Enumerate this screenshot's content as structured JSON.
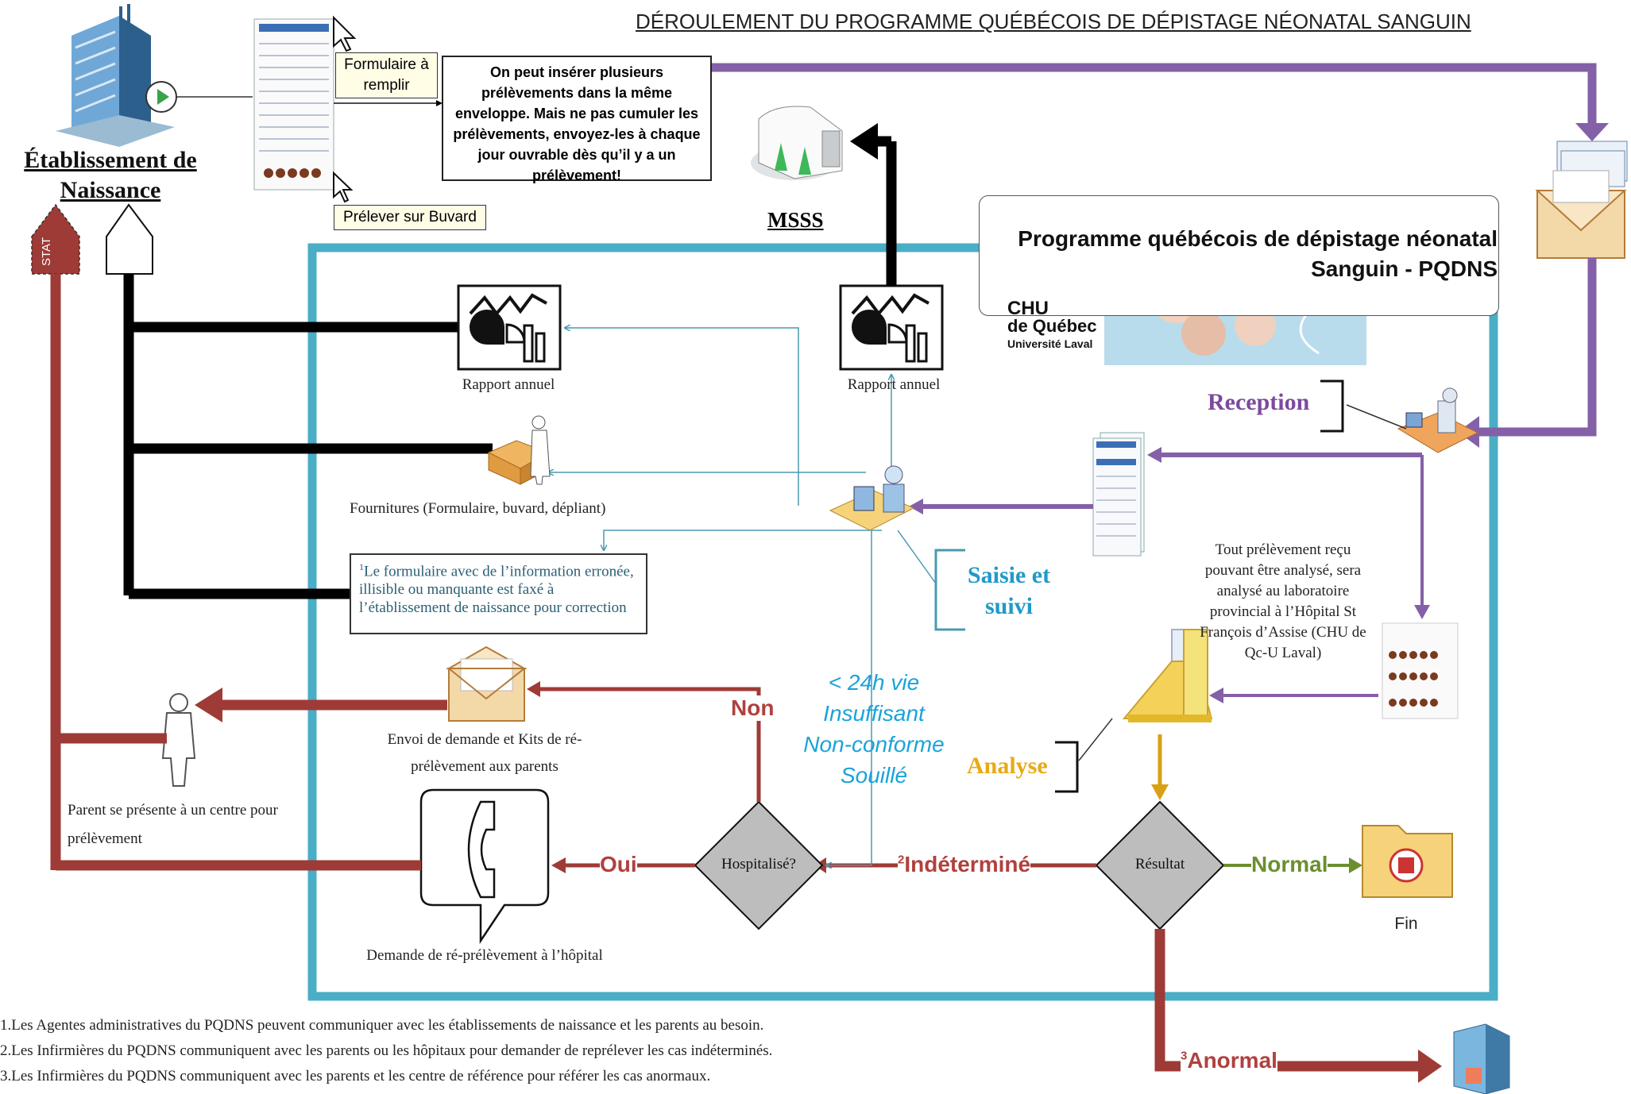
{
  "title": "DÉROULEMENT DU PROGRAMME QUÉBÉCOIS DE DÉPISTAGE NÉONATAL SANGUIN",
  "etablissement": "Établissement de Naissance",
  "stat": "STAT",
  "formulaire_callout": "Formulaire à remplir",
  "buvard_callout": "Prélever sur Buvard",
  "note_envoi": "On peut insérer plusieurs prélèvements dans la même enveloppe. Mais ne pas cumuler les prélèvements, envoyez-les à chaque jour ouvrable dès qu’il y a un prélèvement!",
  "msss": "MSSS",
  "pqdns_title": "Programme québécois de dépistage néonatal Sanguin - PQDNS",
  "chu_logo": {
    "line1": "CHU",
    "line2": "de Québec",
    "line3": "Université Laval"
  },
  "rapport_annuel_1": "Rapport annuel",
  "rapport_annuel_2": "Rapport annuel",
  "reception": "Reception",
  "fournitures": "Fournitures (Formulaire, buvard, dépliant)",
  "form_note": {
    "sup": "1",
    "text": "Le formulaire avec de l’information erronée, illisible ou manquante est faxé à l’établissement de naissance pour correction"
  },
  "saisie": "Saisie et suivi",
  "conditions": [
    "< 24h vie",
    "Insuffisant",
    "Non-conforme",
    "Souillé"
  ],
  "lab_text": "Tout prélèvement reçu pouvant être analysé, sera analysé au laboratoire provincial à l’Hôpital St François d’Assise (CHU de Qc-U Laval)",
  "analyse": "Analyse",
  "envoi": "Envoi de demande et Kits de ré-prélèvement aux parents",
  "parent": "Parent se présente à un centre pour prélèvement",
  "demande_hopital": "Demande de ré-prélèvement à l’hôpital",
  "non": "Non",
  "oui": "Oui",
  "hospitalise": "Hospitalisé?",
  "indetermine": {
    "sup": "2",
    "text": "Indéterminé"
  },
  "resultat": "Résultat",
  "normal": "Normal",
  "fin": "Fin",
  "anormal": {
    "sup": "3",
    "text": "Anormal"
  },
  "footnotes": [
    "1.Les Agentes administratives du PQDNS peuvent communiquer avec les établissements de naissance et les parents au besoin.",
    "2.Les Infirmières du PQDNS communiquent avec les parents ou les hôpitaux pour demander de reprélever les cas indéterminés.",
    "3.Les Infirmières du PQDNS communiquent avec les parents et les centre de référence pour référer les cas anormaux."
  ],
  "colors": {
    "frame": "#4aaec6",
    "purple": "#8460a8",
    "red": "#9e3b36",
    "black": "#000000",
    "teal": "#4a9ab0",
    "yellow": "#d9a014",
    "green": "#6b8f2f",
    "diamond": "#bdbdbd"
  }
}
